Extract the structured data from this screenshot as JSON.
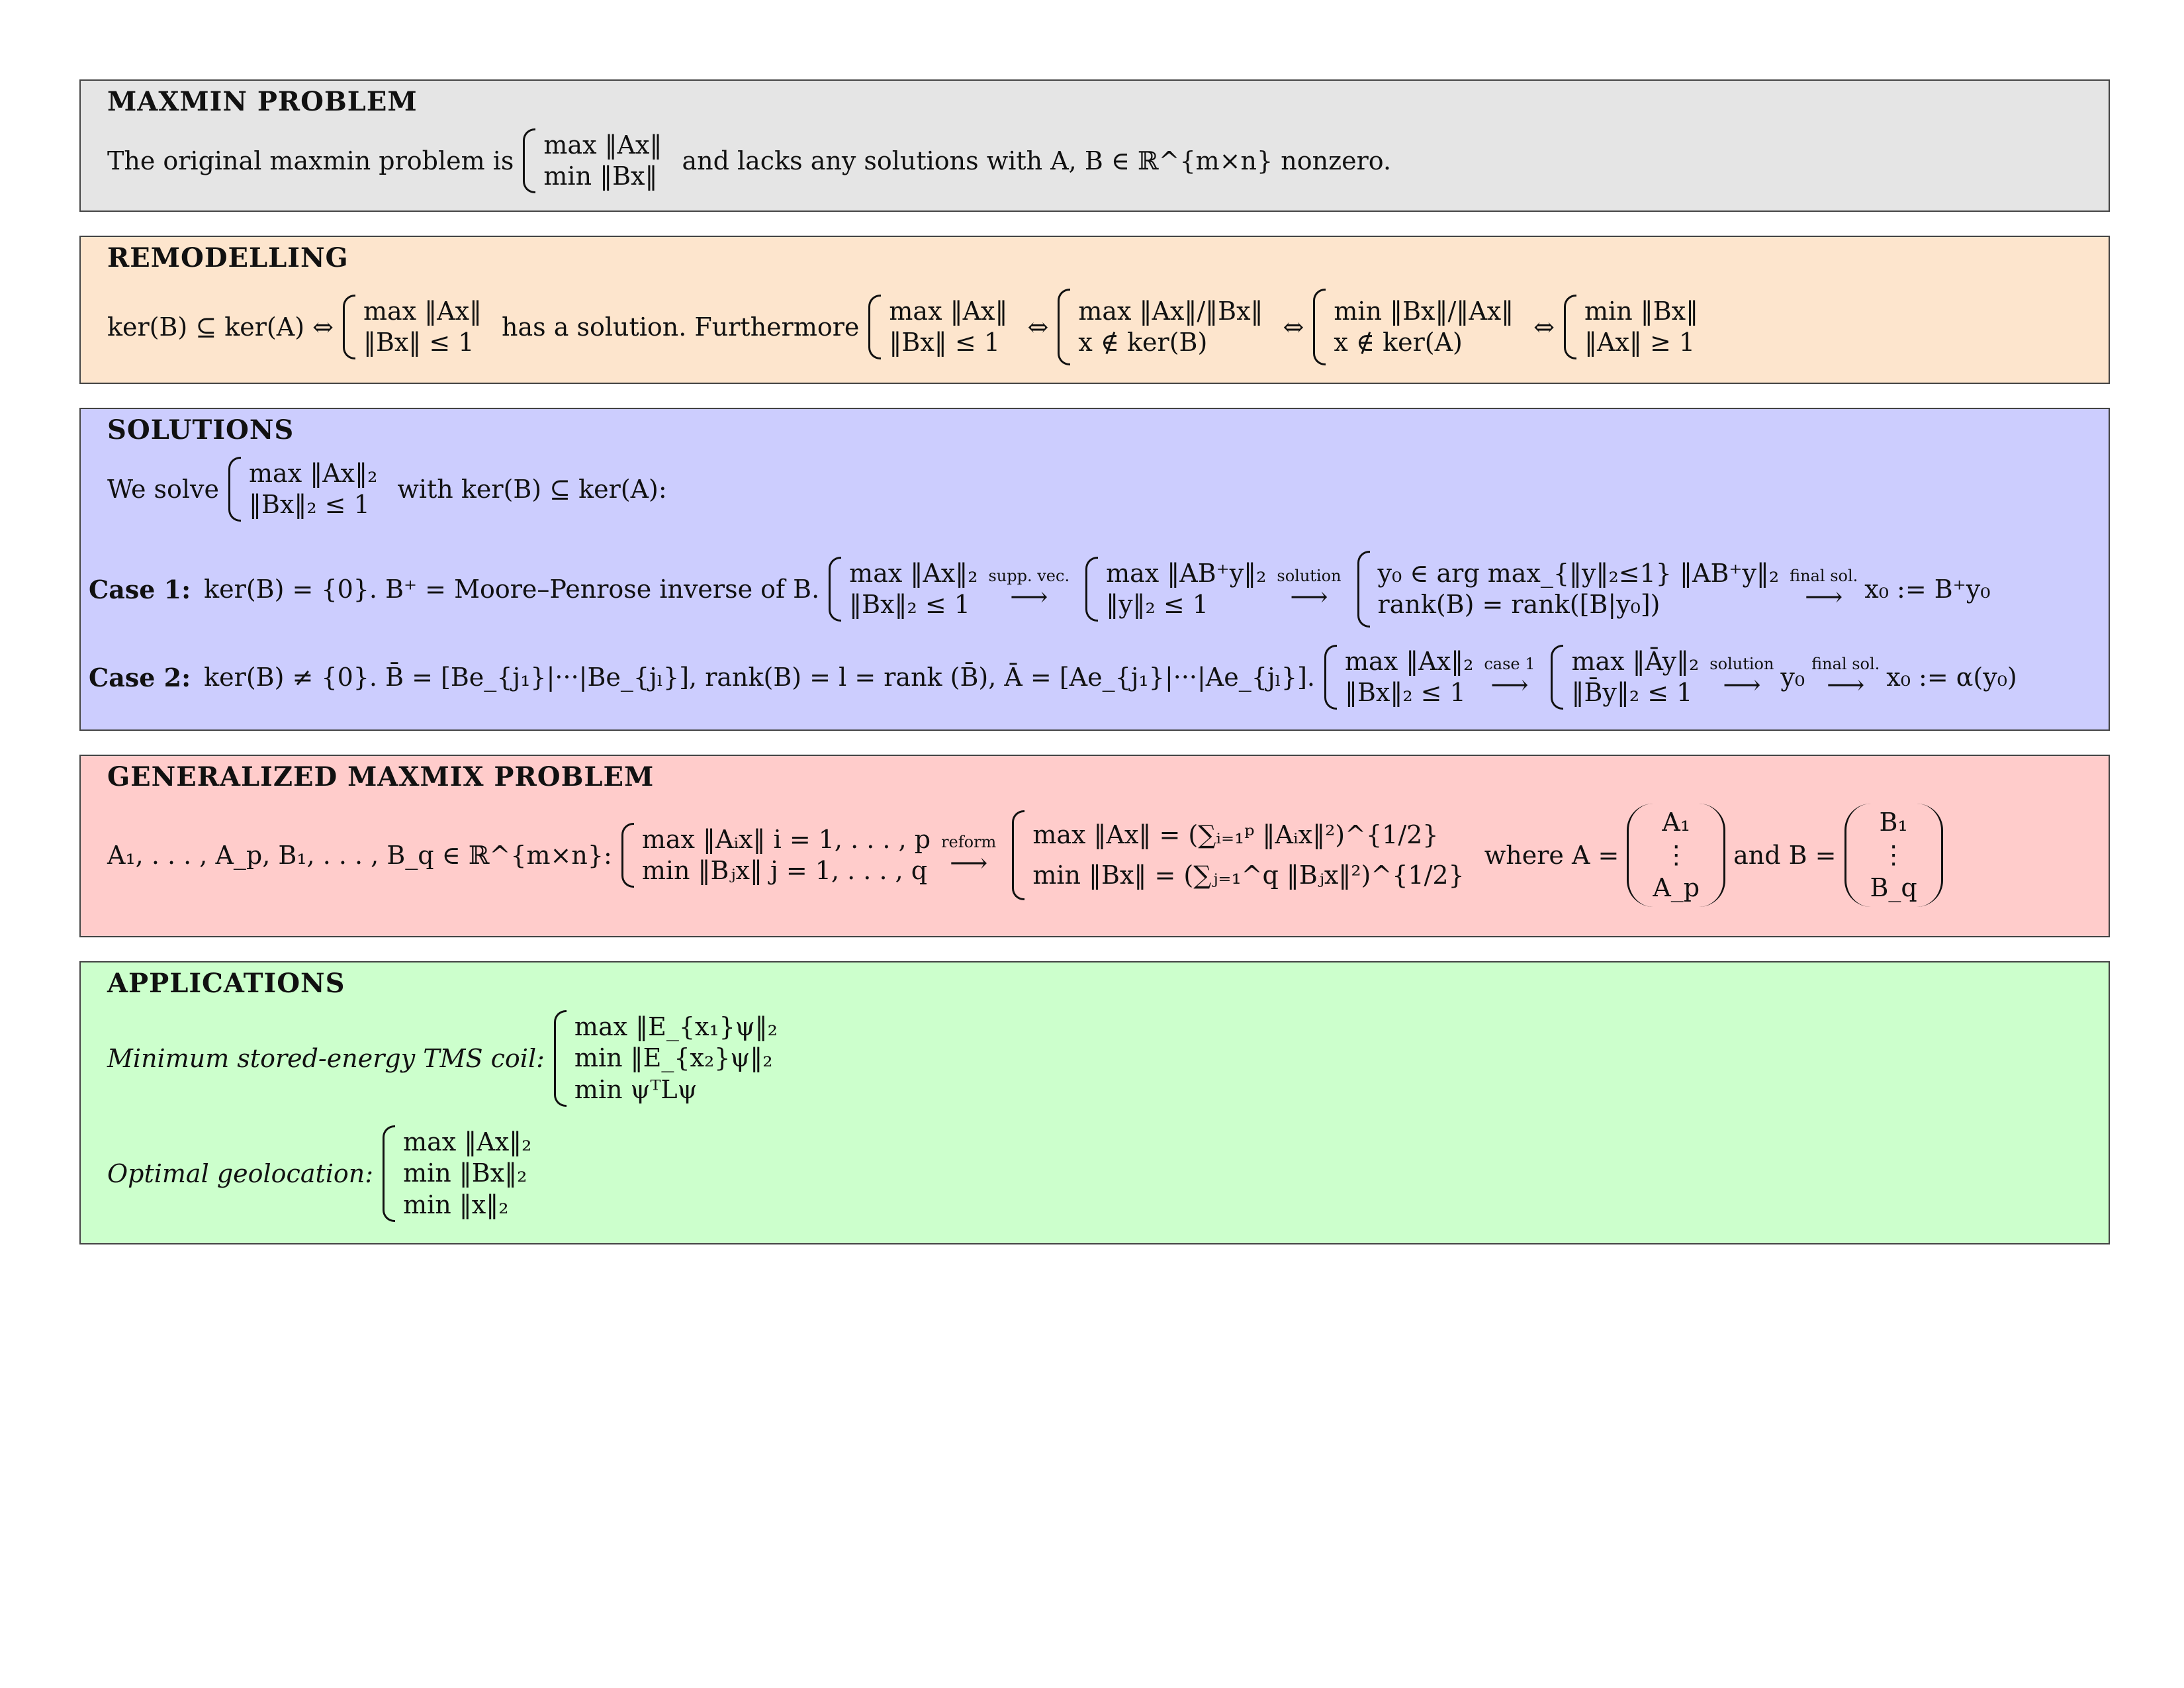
{
  "colors": {
    "maxmin_bg": "#e5e5e5",
    "remodelling_bg": "#fde5cd",
    "solutions_bg": "#cccdfe",
    "generalized_bg": "#ffcccb",
    "applications_bg": "#ccffcc"
  },
  "maxmin": {
    "title": "MAXMIN PROBLEM",
    "lead": "The original maxmin problem is",
    "system": [
      "max ‖Ax‖",
      "min ‖Bx‖"
    ],
    "tail": "and lacks any solutions with A, B ∈ ℝ^{m×n} nonzero."
  },
  "remodelling": {
    "title": "REMODELLING",
    "lead": "ker(B) ⊆ ker(A) ⇔",
    "sys1": [
      "max ‖Ax‖",
      "‖Bx‖ ≤ 1"
    ],
    "mid": "has a solution. Furthermore",
    "sys2": [
      "max ‖Ax‖",
      "‖Bx‖ ≤ 1"
    ],
    "iff": "⇔",
    "sys3": [
      "max ‖Ax‖/‖Bx‖",
      "x ∉ ker(B)"
    ],
    "sys4": [
      "min ‖Bx‖/‖Ax‖",
      "x ∉ ker(A)"
    ],
    "sys5": [
      "min ‖Bx‖",
      "‖Ax‖ ≥ 1"
    ]
  },
  "solutions": {
    "title": "SOLUTIONS",
    "lead": "We solve",
    "system": [
      "max ‖Ax‖₂",
      "‖Bx‖₂ ≤ 1"
    ],
    "tail": "with ker(B) ⊆ ker(A):",
    "case1": {
      "label": "Case 1:",
      "text": "ker(B) = {0}. B⁺ = Moore–Penrose inverse of B.",
      "sys1": [
        "max ‖Ax‖₂",
        "‖Bx‖₂ ≤ 1"
      ],
      "arrow1": "supp. vec.",
      "sys2": [
        "max ‖AB⁺y‖₂",
        "‖y‖₂ ≤ 1"
      ],
      "arrow2": "solution",
      "sys3": [
        "y₀ ∈ arg max_{‖y‖₂≤1} ‖AB⁺y‖₂",
        "rank(B) = rank([B|y₀])"
      ],
      "arrow3": "final sol.",
      "result": "x₀ := B⁺y₀"
    },
    "case2": {
      "label": "Case 2:",
      "text": "ker(B) ≠ {0}. B̄ = [Be_{j₁}|···|Be_{jₗ}], rank(B) = l = rank (B̄), Ā = [Ae_{j₁}|···|Ae_{jₗ}].",
      "sys1": [
        "max ‖Ax‖₂",
        "‖Bx‖₂ ≤ 1"
      ],
      "arrow1": "case 1",
      "sys2": [
        "max ‖Āy‖₂",
        "‖B̄y‖₂ ≤ 1"
      ],
      "arrow2": "solution",
      "mid": "y₀",
      "arrow3": "final sol.",
      "result": "x₀ := α(y₀)"
    }
  },
  "generalized": {
    "title": "GENERALIZED MAXMIX PROBLEM",
    "lead": "A₁, . . . , A_p, B₁, . . . , B_q ∈ ℝ^{m×n}:",
    "sys1": [
      "max ‖Aᵢx‖ i = 1, . . . , p",
      "min ‖Bⱼx‖ j = 1, . . . , q"
    ],
    "arrow": "reform",
    "sys2": [
      "max ‖Ax‖ = (∑ᵢ₌₁ᵖ ‖Aᵢx‖²)^{1/2}",
      "min ‖Bx‖ = (∑ⱼ₌₁^q ‖Bⱼx‖²)^{1/2}"
    ],
    "where": "where A =",
    "matA": [
      "A₁",
      "⋮",
      "A_p"
    ],
    "and": "and B =",
    "matB": [
      "B₁",
      "⋮",
      "B_q"
    ]
  },
  "applications": {
    "title": "APPLICATIONS",
    "app1_label": "Minimum stored-energy TMS coil:",
    "app1_sys": [
      "max ‖E_{x₁}ψ‖₂",
      "min ‖E_{x₂}ψ‖₂",
      "min ψᵀLψ"
    ],
    "app2_label": "Optimal geolocation:",
    "app2_sys": [
      "max ‖Ax‖₂",
      "min ‖Bx‖₂",
      "min ‖x‖₂"
    ]
  }
}
